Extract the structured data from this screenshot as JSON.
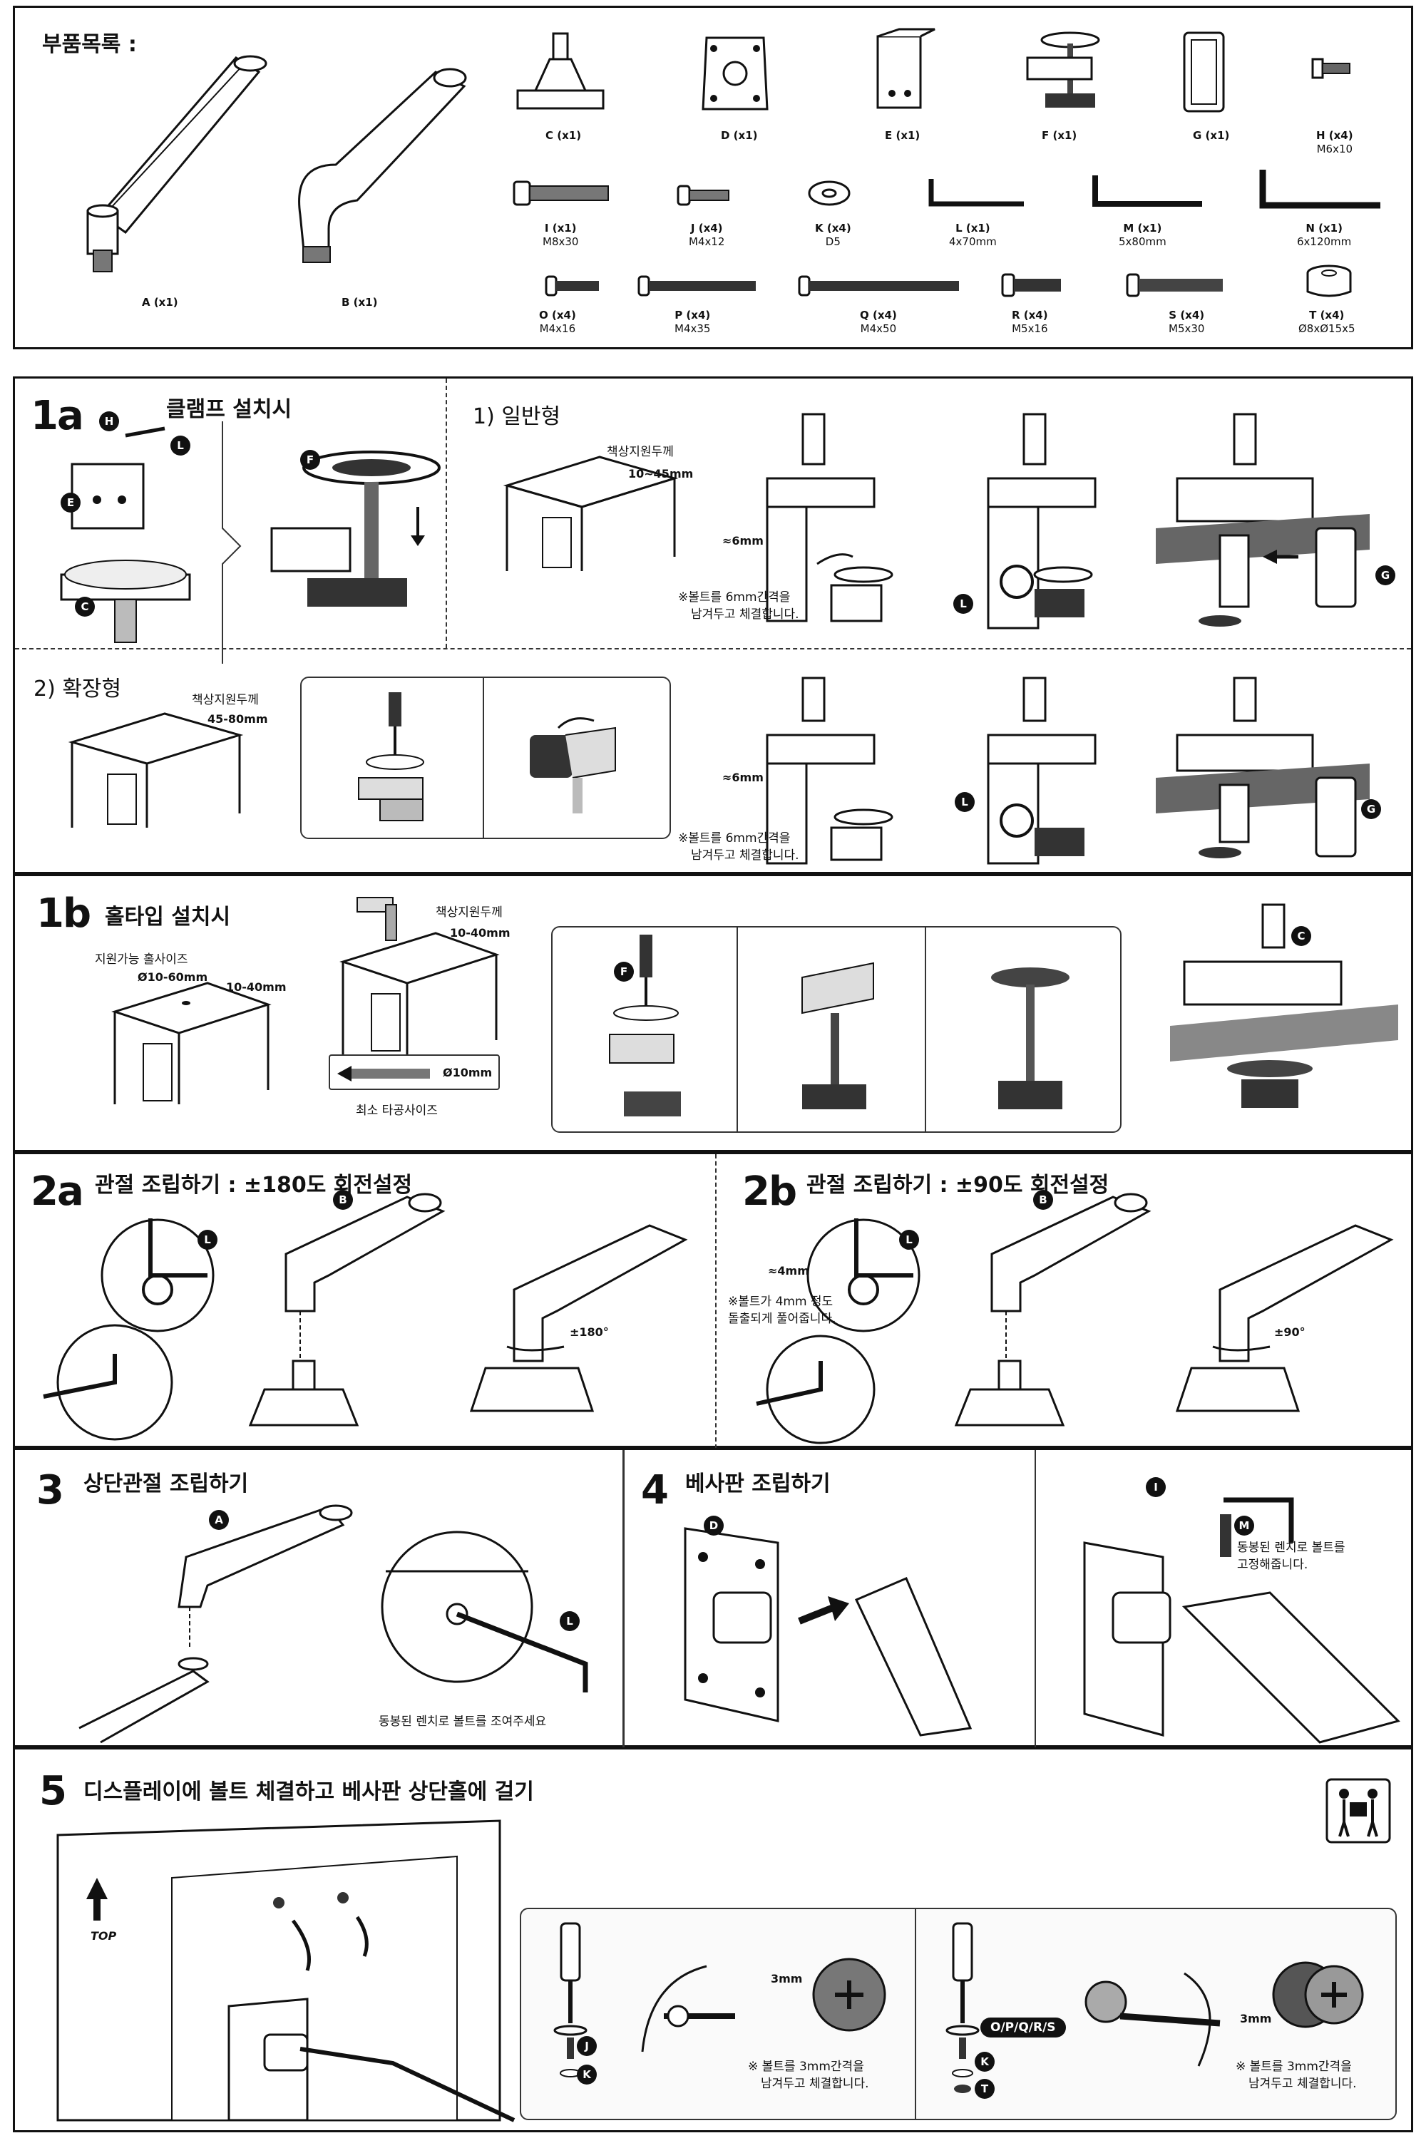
{
  "parts": {
    "title": "부품목록 :",
    "items": [
      {
        "letter": "A",
        "label": "A (x1)",
        "spec": ""
      },
      {
        "letter": "B",
        "label": "B (x1)",
        "spec": ""
      },
      {
        "letter": "C",
        "label": "C (x1)",
        "spec": ""
      },
      {
        "letter": "D",
        "label": "D (x1)",
        "spec": ""
      },
      {
        "letter": "E",
        "label": "E (x1)",
        "spec": ""
      },
      {
        "letter": "F",
        "label": "F (x1)",
        "spec": ""
      },
      {
        "letter": "G",
        "label": "G (x1)",
        "spec": ""
      },
      {
        "letter": "H",
        "label": "H (x4)",
        "spec": "M6x10"
      },
      {
        "letter": "I",
        "label": "I (x1)",
        "spec": "M8x30"
      },
      {
        "letter": "J",
        "label": "J (x4)",
        "spec": "M4x12"
      },
      {
        "letter": "K",
        "label": "K (x4)",
        "spec": "D5"
      },
      {
        "letter": "L",
        "label": "L (x1)",
        "spec": "4x70mm"
      },
      {
        "letter": "M",
        "label": "M (x1)",
        "spec": "5x80mm"
      },
      {
        "letter": "N",
        "label": "N (x1)",
        "spec": "6x120mm"
      },
      {
        "letter": "O",
        "label": "O (x4)",
        "spec": "M4x16"
      },
      {
        "letter": "P",
        "label": "P (x4)",
        "spec": "M4x35"
      },
      {
        "letter": "Q",
        "label": "Q (x4)",
        "spec": "M4x50"
      },
      {
        "letter": "R",
        "label": "R (x4)",
        "spec": "M5x16"
      },
      {
        "letter": "S",
        "label": "S (x4)",
        "spec": "M5x30"
      },
      {
        "letter": "T",
        "label": "T (x4)",
        "spec": "Ø8xØ15x5"
      }
    ]
  },
  "s1a": {
    "step": "1a",
    "title": "클램프 설치시",
    "normal_title": "1) 일반형",
    "thickness_label": "책상지원두께",
    "thickness_range": "10~45mm",
    "gap_label": "≈6mm",
    "note_line1": "※볼트를 6mm간격을",
    "note_line2": "남겨두고 체결합니다.",
    "ext_title": "2) 확장형",
    "ext_thickness_range": "45-80mm"
  },
  "s1b": {
    "step": "1b",
    "title": "홀타입 설치시",
    "hole_size_label": "지원가능 홀사이즈",
    "hole_size_range": "Ø10-60mm",
    "hole_thickness": "10-40mm",
    "thickness_label": "책상지원두께",
    "thickness_range": "10-40mm",
    "drill_size": "Ø10mm",
    "min_hole_label": "최소 타공사이즈"
  },
  "s2a": {
    "step": "2a",
    "title": "관절 조립하기 : ±180도 회전설정",
    "rotation": "±180°"
  },
  "s2b": {
    "step": "2b",
    "title": "관절 조립하기 : ±90도 회전설정",
    "rotation": "±90°",
    "gap_label": "≈4mm",
    "note_line1": "※볼트가 4mm 정도",
    "note_line2": "돌출되게 풀어줍니다."
  },
  "s3": {
    "step": "3",
    "title": "상단관절 조립하기",
    "note": "동봉된 렌치로 볼트를 조여주세요"
  },
  "s4": {
    "step": "4",
    "title": "베사판 조립하기",
    "note_line1": "동봉된 렌치로 볼트를",
    "note_line2": "고정해줍니다."
  },
  "s5": {
    "step": "5",
    "title": "디스플레이에 볼트 체결하고 베사판 상단홀에 걸기",
    "top_label": "TOP",
    "gap_label": "3mm",
    "note_line1": "※ 볼트를 3mm간격을",
    "note_line2": "남겨두고 체결합니다.",
    "bolt_set": "O/P/Q/R/S"
  },
  "badges": {
    "A": "A",
    "B": "B",
    "C": "C",
    "D": "D",
    "E": "E",
    "F": "F",
    "G": "G",
    "H": "H",
    "I": "I",
    "J": "J",
    "K": "K",
    "L": "L",
    "M": "M",
    "T": "T"
  }
}
